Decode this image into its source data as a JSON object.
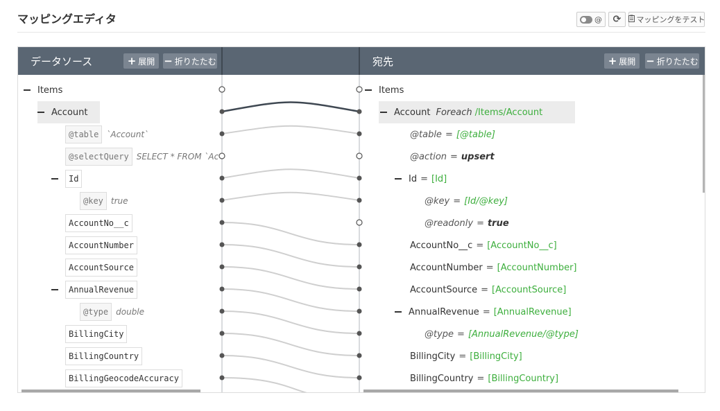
{
  "page": {
    "title": "マッピングエディタ"
  },
  "toolbar": {
    "toggle_label": "@",
    "test_label": "マッピングをテスト"
  },
  "source": {
    "title": "データソース",
    "expand": "展開",
    "collapse": "折りたたむ",
    "rows": [
      {
        "kind": "node",
        "label": "Items"
      },
      {
        "kind": "node",
        "label": "Account"
      },
      {
        "kind": "attr",
        "label": "@table",
        "value": "`Account`"
      },
      {
        "kind": "attr",
        "label": "@selectQuery",
        "value": "SELECT * FROM `Ac"
      },
      {
        "kind": "chip",
        "label": "Id"
      },
      {
        "kind": "attr",
        "label": "@key",
        "value": "true"
      },
      {
        "kind": "chip",
        "label": "AccountNo__c"
      },
      {
        "kind": "chip",
        "label": "AccountNumber"
      },
      {
        "kind": "chip",
        "label": "AccountSource"
      },
      {
        "kind": "chip",
        "label": "AnnualRevenue"
      },
      {
        "kind": "attr",
        "label": "@type",
        "value": "double"
      },
      {
        "kind": "chip",
        "label": "BillingCity"
      },
      {
        "kind": "chip",
        "label": "BillingCountry"
      },
      {
        "kind": "chip",
        "label": "BillingGeocodeAccuracy"
      }
    ]
  },
  "dest": {
    "title": "宛先",
    "expand": "展開",
    "collapse": "折りたたむ",
    "rows": [
      {
        "label": "Items"
      },
      {
        "label": "Account",
        "foreach_label": "Foreach",
        "value": "/Items/Account"
      },
      {
        "label": "@table",
        "value": "[@table]"
      },
      {
        "label": "@action",
        "value": "upsert"
      },
      {
        "label": "Id",
        "value": "[Id]"
      },
      {
        "label": "@key",
        "value": "[Id/@key]"
      },
      {
        "label": "@readonly",
        "value": "true"
      },
      {
        "label": "AccountNo__c",
        "value": "[AccountNo__c]"
      },
      {
        "label": "AccountNumber",
        "value": "[AccountNumber]"
      },
      {
        "label": "AccountSource",
        "value": "[AccountSource]"
      },
      {
        "label": "AnnualRevenue",
        "value": "[AnnualRevenue]"
      },
      {
        "label": "@type",
        "value": "[AnnualRevenue/@type]"
      },
      {
        "label": "BillingCity",
        "value": "[BillingCity]"
      },
      {
        "label": "BillingCountry",
        "value": "[BillingCountry]"
      }
    ]
  },
  "colors": {
    "header": "#5a6673",
    "header_button": "#7b8591",
    "mapped_value": "#3cae3c",
    "connector_selected": "#3f4852",
    "connector": "#cfcfcf"
  }
}
